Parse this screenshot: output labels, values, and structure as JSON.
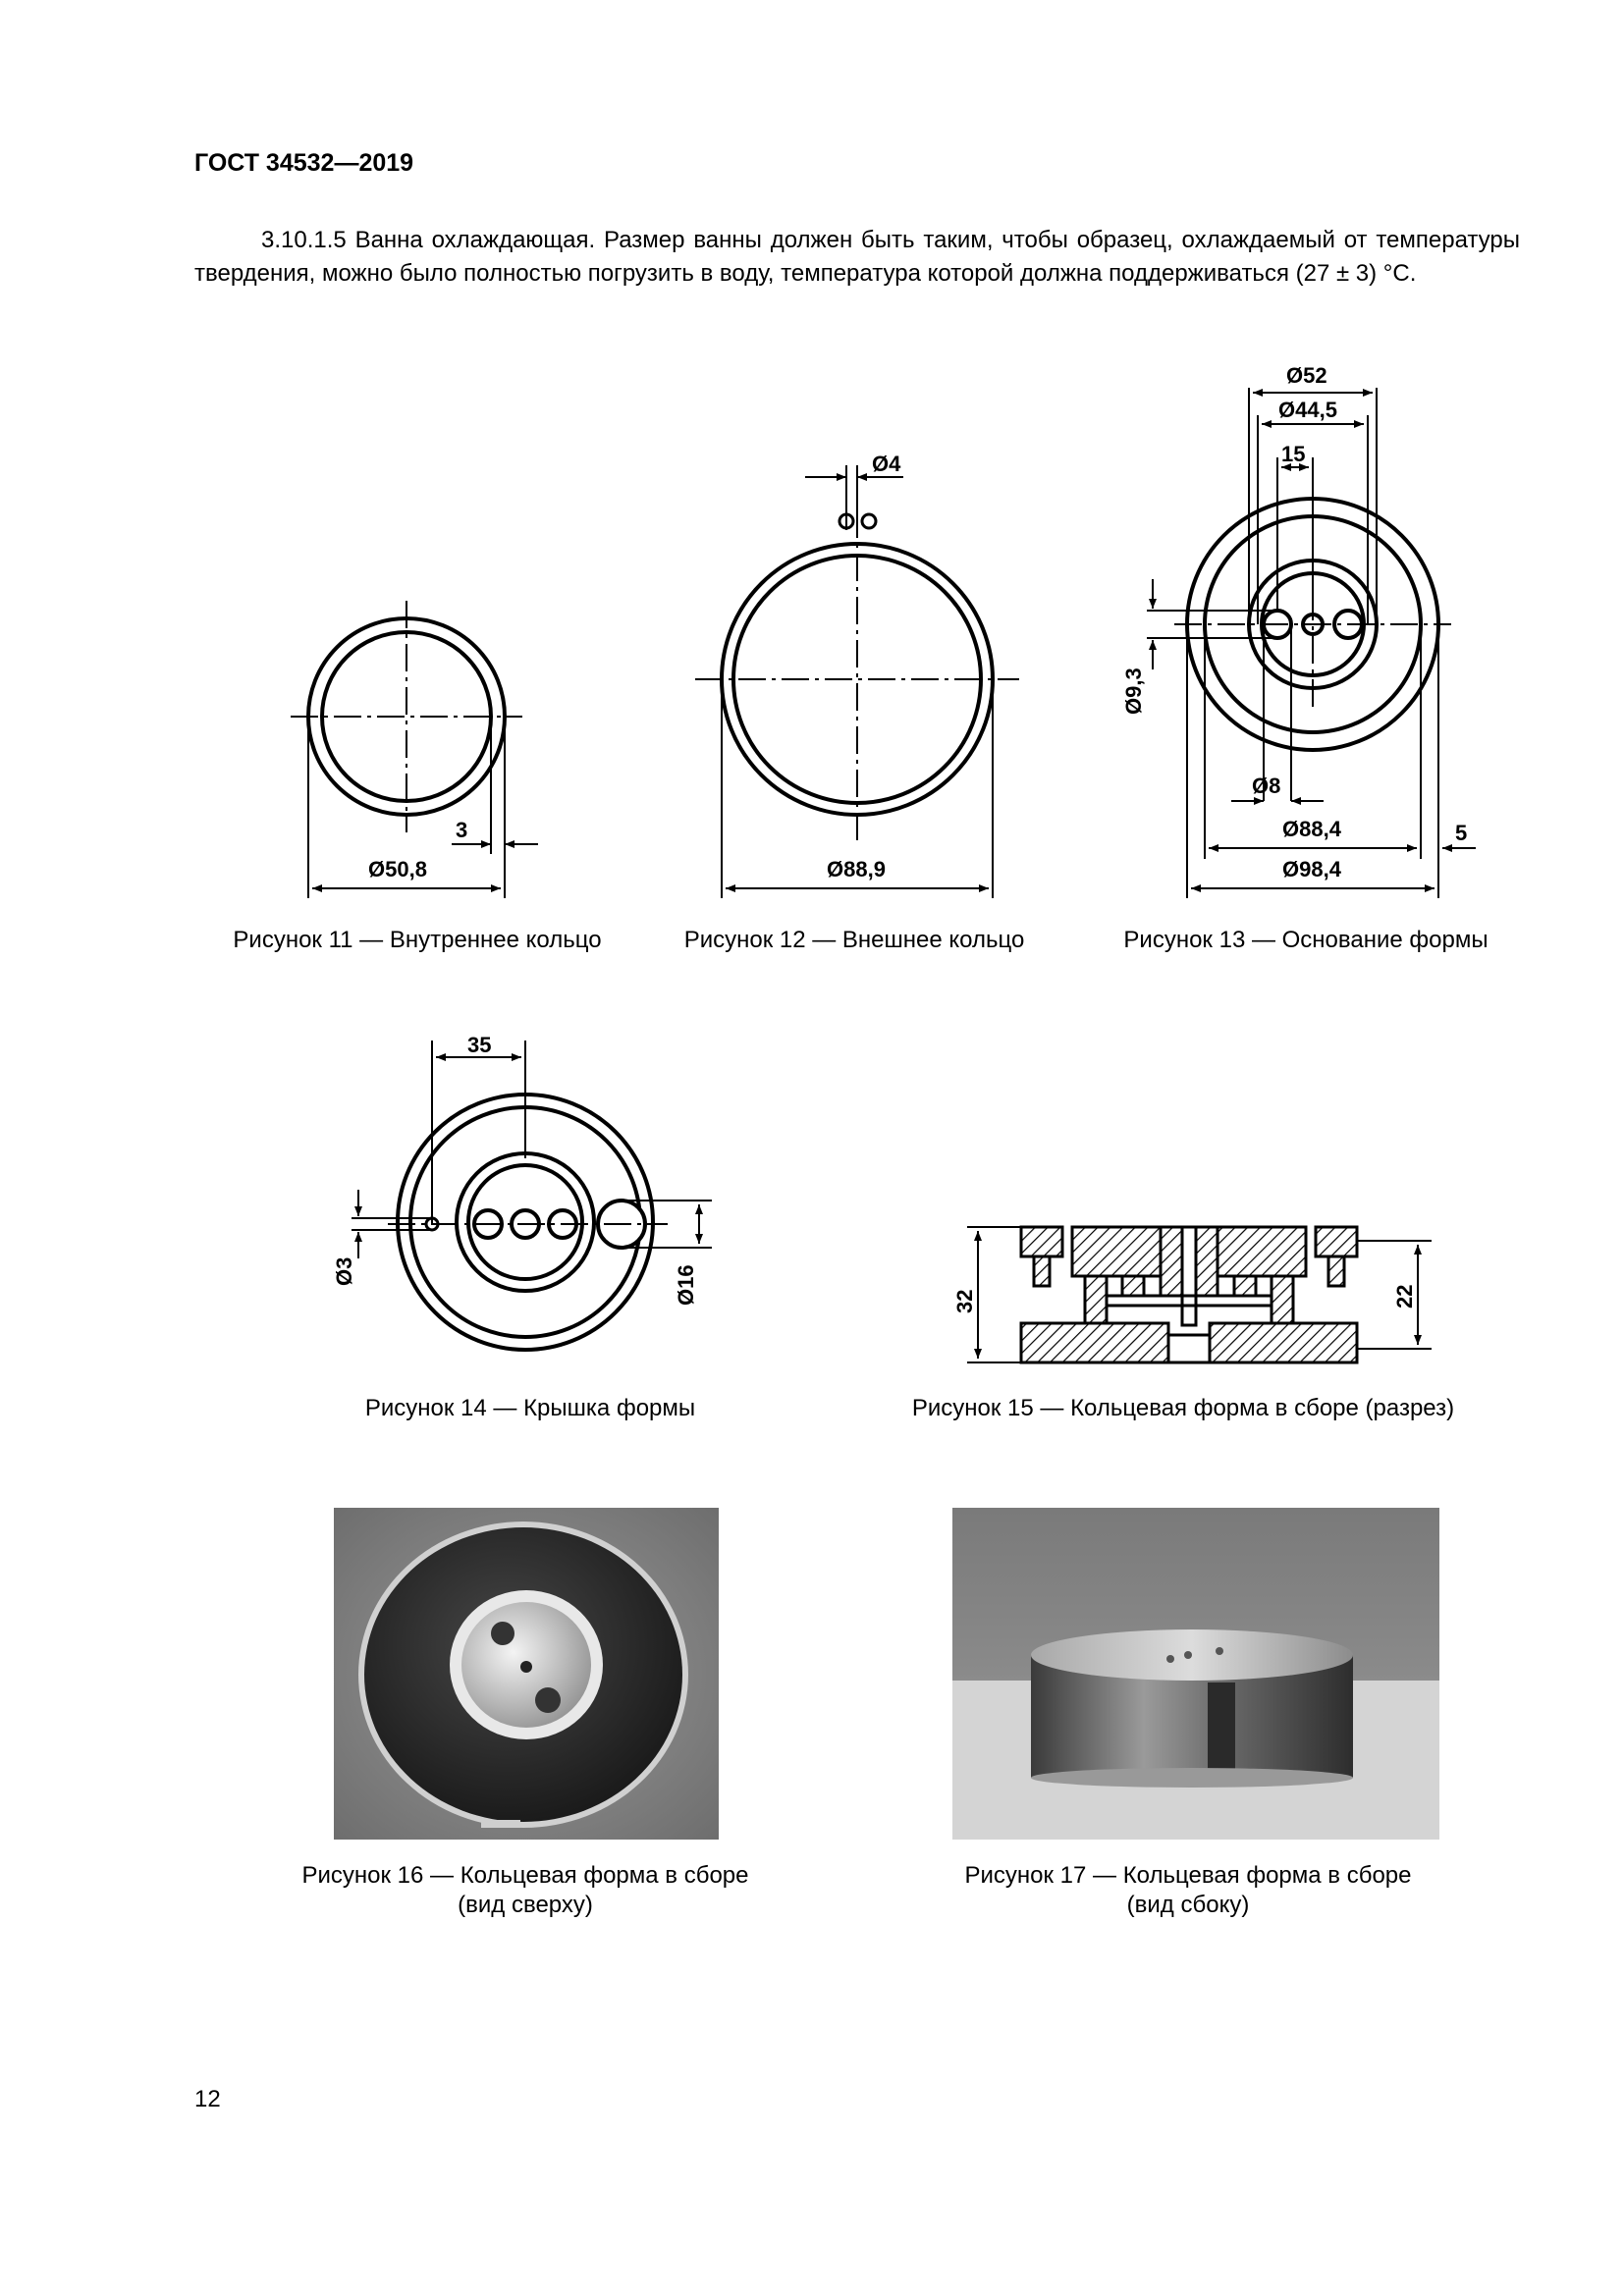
{
  "header": {
    "code": "ГОСТ 34532—2019"
  },
  "paragraph": {
    "text": "3.10.1.5 Ванна охлаждающая. Размер ванны должен быть таким, чтобы образец, охлаждаемый от температуры твердения, можно было полностью погрузить в воду, температура которой должна под­держиваться (27 ± 3) °C."
  },
  "figures": {
    "fig11": {
      "caption": "Рисунок 11 — Внутреннее кольцо",
      "dim_diameter": "Ø50,8",
      "dim_thickness": "3"
    },
    "fig12": {
      "caption": "Рисунок 12 — Внешнее кольцо",
      "dim_diameter": "Ø88,9",
      "dim_hole": "Ø4"
    },
    "fig13": {
      "caption": "Рисунок 13 — Основание формы",
      "dim_outer": "Ø98,4",
      "dim_mid": "Ø88,4",
      "dim_inner1": "Ø52",
      "dim_inner2": "Ø44,5",
      "dim_spacing": "15",
      "dim_hole": "Ø8",
      "dim_height": "Ø9,3",
      "dim_step": "5"
    },
    "fig14": {
      "caption": "Рисунок 14 — Крышка формы",
      "dim_offset": "35",
      "dim_small": "Ø3",
      "dim_large": "Ø16"
    },
    "fig15": {
      "caption": "Рисунок 15 — Кольцевая форма в сборе (разрез)",
      "dim_total": "32",
      "dim_inner": "22"
    },
    "fig16": {
      "caption_line1": "Рисунок 16 — Кольцевая форма в сборе",
      "caption_line2": "(вид сверху)"
    },
    "fig17": {
      "caption_line1": "Рисунок 17 — Кольцевая форма в сборе",
      "caption_line2": "(вид сбоку)"
    }
  },
  "page_number": "12"
}
